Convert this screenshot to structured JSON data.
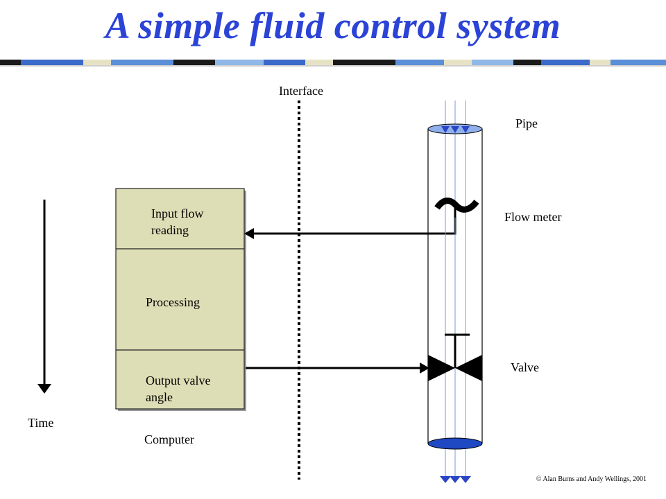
{
  "slide": {
    "title": "A simple fluid control system",
    "copyright": "© Alan Burns and Andy Wellings, 2001"
  },
  "labels": {
    "interface": "Interface",
    "pipe": "Pipe",
    "flow_meter": "Flow meter",
    "valve": "Valve",
    "time": "Time",
    "computer": "Computer"
  },
  "computer_blocks": [
    {
      "text": "Input flow reading"
    },
    {
      "text": "Processing"
    },
    {
      "text": "Output valve angle"
    }
  ],
  "colors": {
    "title": "#2b43d6",
    "block_fill": "#dedeb6",
    "pipe_top": "#8fb0ec",
    "pipe_bottom": "#1f49c2",
    "flow_lines": "#7a9ad8",
    "flow_arrows": "#2a45c6"
  }
}
